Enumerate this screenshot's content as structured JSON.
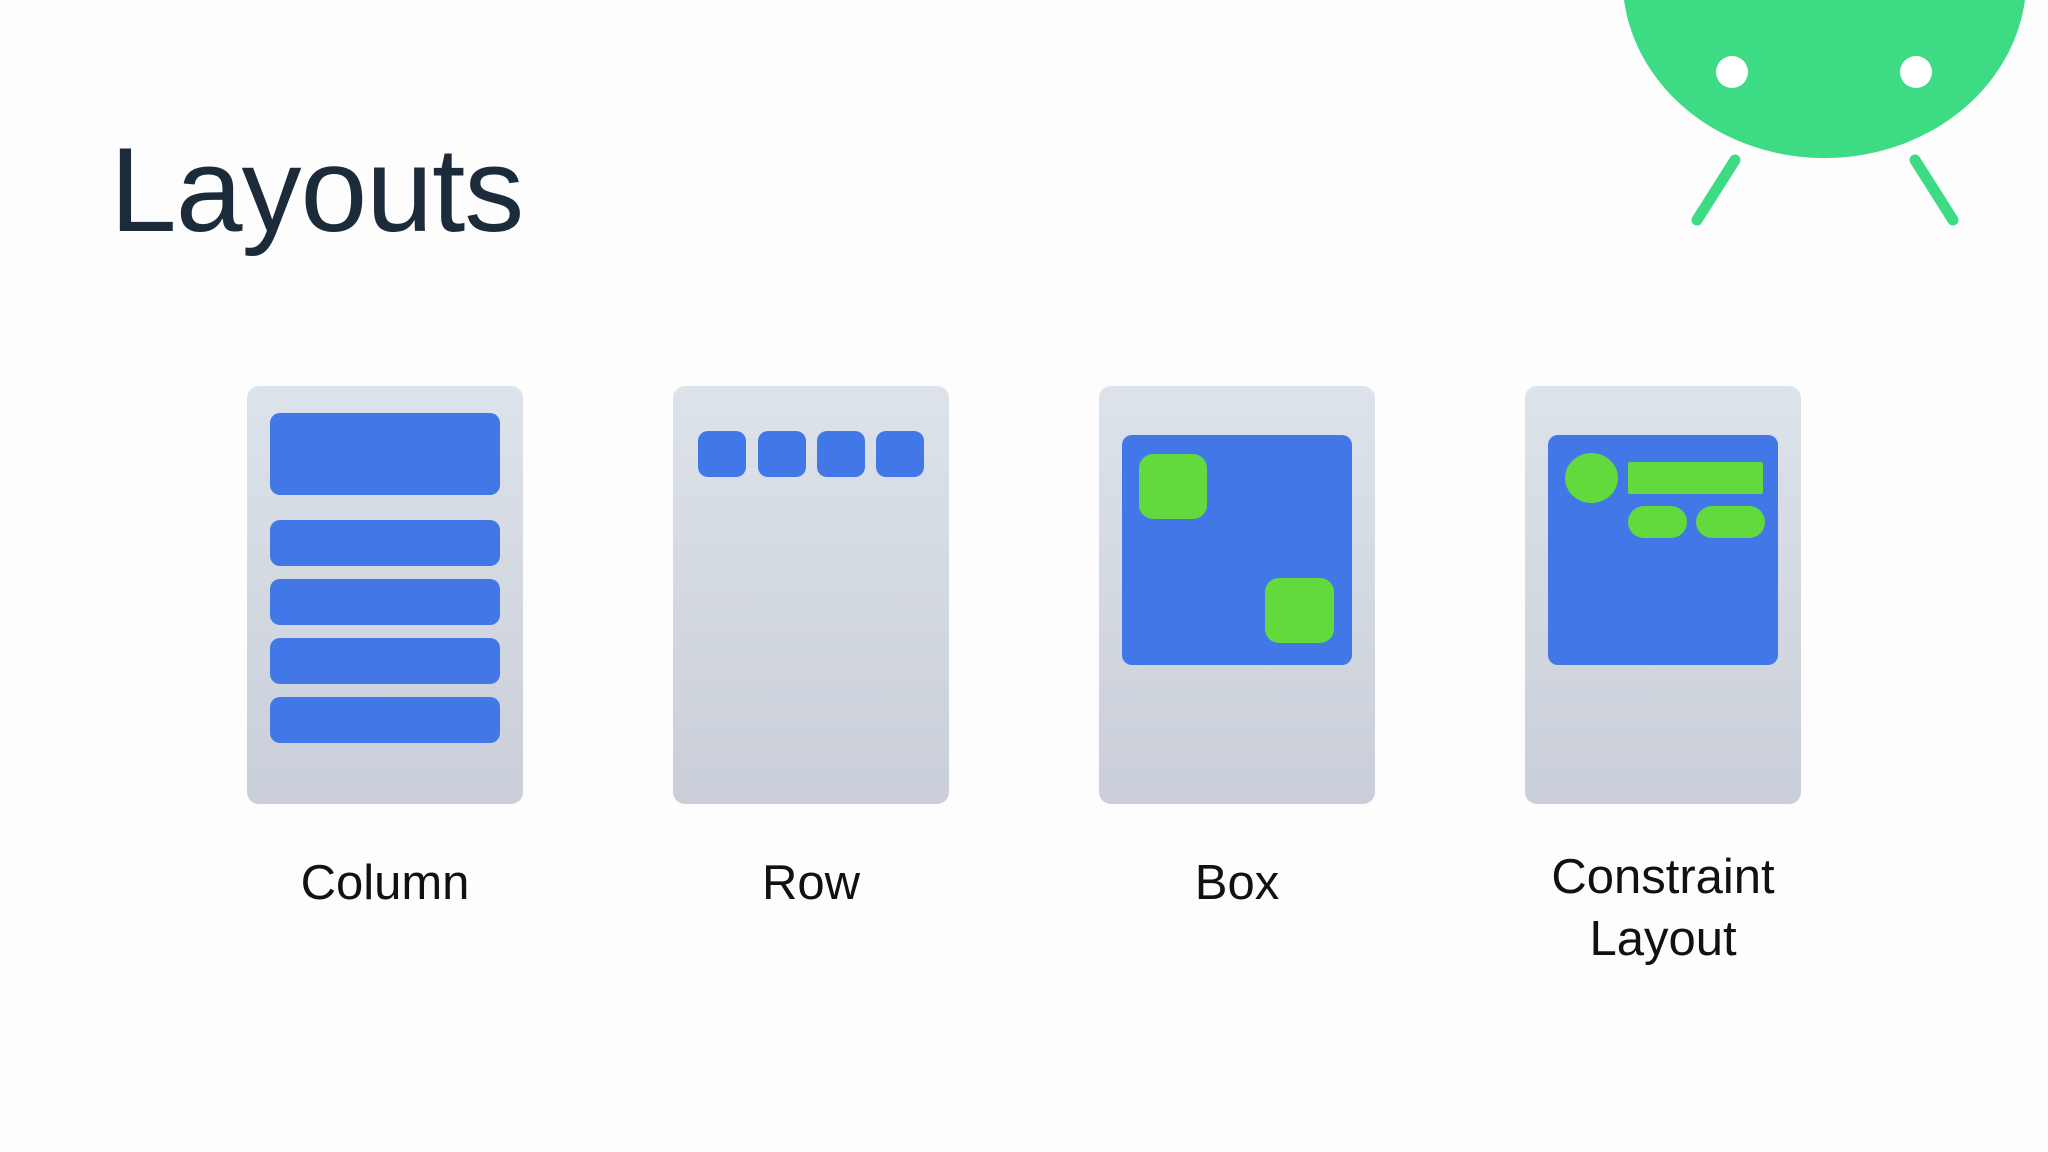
{
  "title": "Layouts",
  "panels": [
    {
      "id": "column",
      "label": "Column"
    },
    {
      "id": "row",
      "label": "Row"
    },
    {
      "id": "box",
      "label": "Box"
    },
    {
      "id": "constraint",
      "label_lines": [
        "Constraint",
        "Layout"
      ]
    }
  ],
  "icons": {
    "logo": "android-robot-icon"
  },
  "colors": {
    "title": "#1c2b3a",
    "blue": "#4277e8",
    "green": "#62d93d",
    "android_green": "#3ddc84",
    "phone_top": "#dde3ea",
    "phone_bottom": "#c9ced8"
  }
}
